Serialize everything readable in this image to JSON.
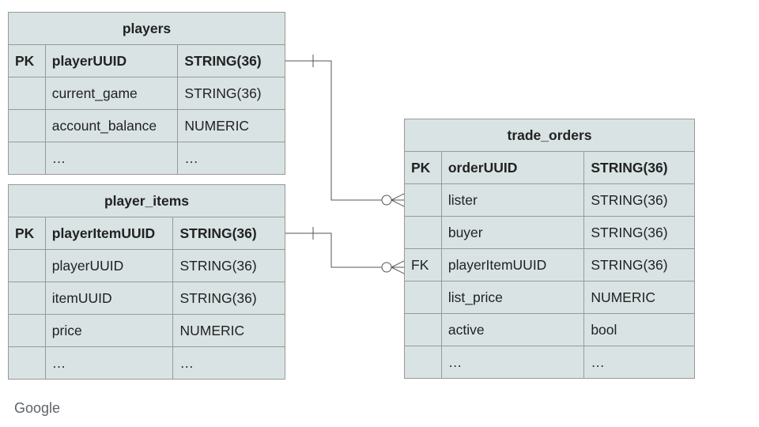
{
  "tables": {
    "players": {
      "title": "players",
      "rows": [
        {
          "key": "PK",
          "name": "playerUUID",
          "type": "STRING(36)"
        },
        {
          "key": "",
          "name": "current_game",
          "type": "STRING(36)"
        },
        {
          "key": "",
          "name": "account_balance",
          "type": "NUMERIC"
        },
        {
          "key": "",
          "name": "…",
          "type": "…"
        }
      ]
    },
    "player_items": {
      "title": "player_items",
      "rows": [
        {
          "key": "PK",
          "name": "playerItemUUID",
          "type": "STRING(36)"
        },
        {
          "key": "",
          "name": "playerUUID",
          "type": "STRING(36)"
        },
        {
          "key": "",
          "name": "itemUUID",
          "type": "STRING(36)"
        },
        {
          "key": "",
          "name": "price",
          "type": "NUMERIC"
        },
        {
          "key": "",
          "name": "…",
          "type": "…"
        }
      ]
    },
    "trade_orders": {
      "title": "trade_orders",
      "rows": [
        {
          "key": "PK",
          "name": "orderUUID",
          "type": "STRING(36)"
        },
        {
          "key": "",
          "name": "lister",
          "type": "STRING(36)"
        },
        {
          "key": "",
          "name": "buyer",
          "type": "STRING(36)"
        },
        {
          "key": "FK",
          "name": "playerItemUUID",
          "type": "STRING(36)"
        },
        {
          "key": "",
          "name": "list_price",
          "type": "NUMERIC"
        },
        {
          "key": "",
          "name": "active",
          "type": "bool"
        },
        {
          "key": "",
          "name": "…",
          "type": "…"
        }
      ]
    }
  },
  "relationships": [
    {
      "from": "players.playerUUID",
      "to": "trade_orders.lister",
      "from_cardinality": "one",
      "to_cardinality": "zero-or-many"
    },
    {
      "from": "player_items.playerItemUUID",
      "to": "trade_orders.playerItemUUID",
      "from_cardinality": "one",
      "to_cardinality": "zero-or-many"
    }
  ],
  "colors": {
    "table_fill": "#d9e3e3",
    "border": "#999999",
    "line": "#555555"
  },
  "logo_text": "Google"
}
